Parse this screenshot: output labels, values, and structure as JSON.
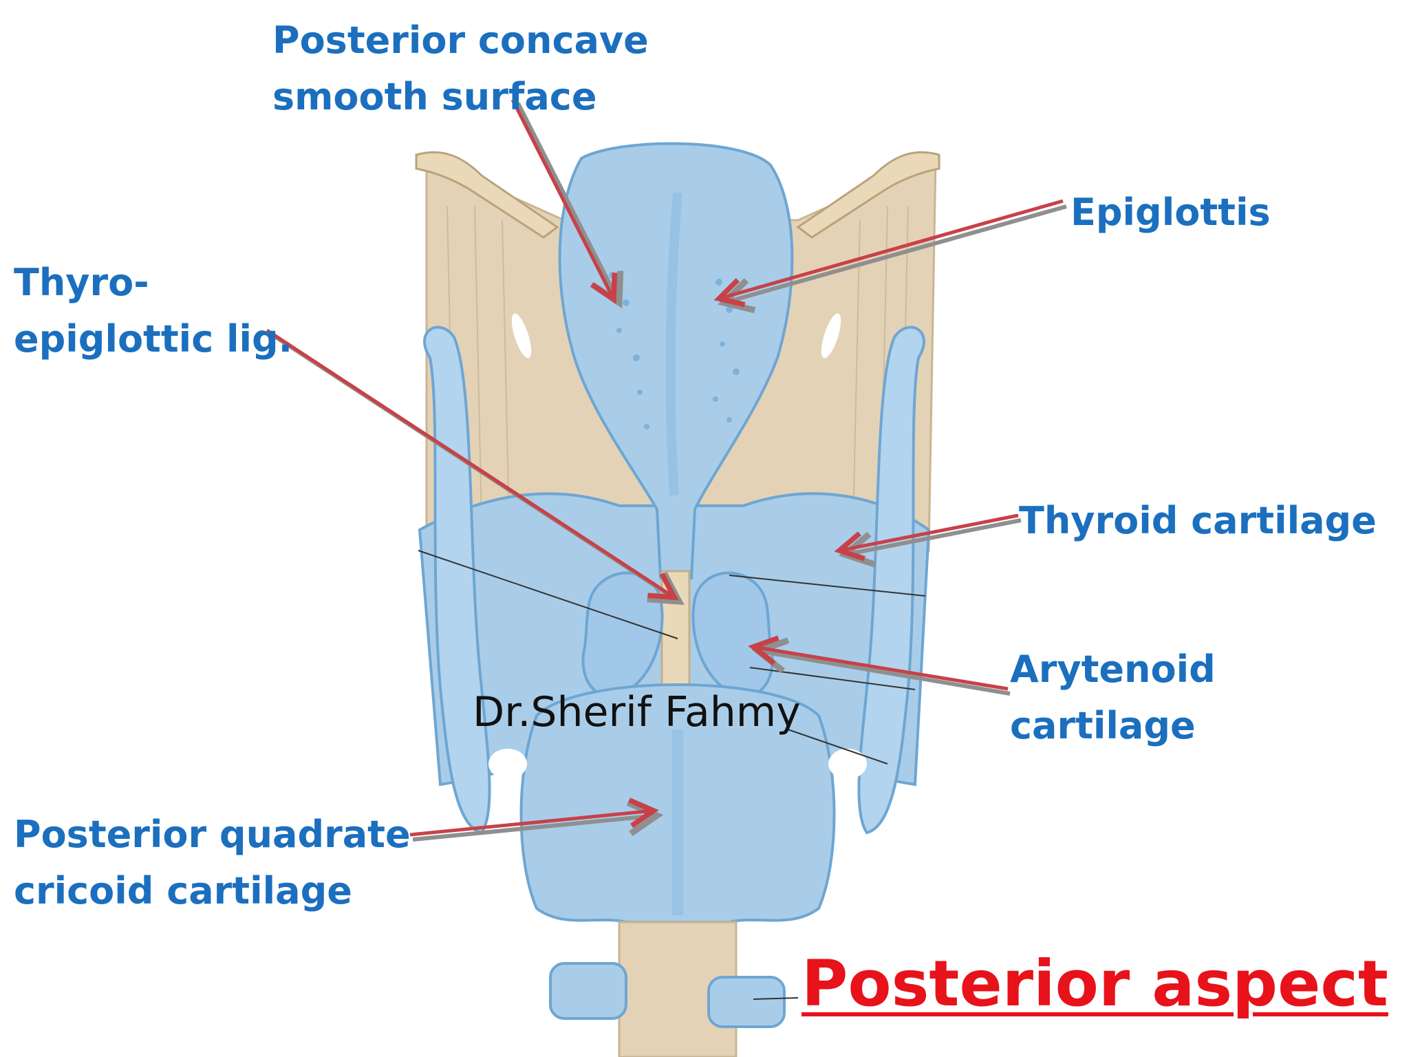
{
  "labels": {
    "posterior_concave": [
      "Posterior concave",
      "smooth surface"
    ],
    "epiglottis": [
      "Epiglottis"
    ],
    "thyro_epiglottic": [
      "Thyro-",
      "epiglottic lig."
    ],
    "thyroid": [
      "Thyroid cartilage"
    ],
    "arytenoid": [
      "Arytenoid",
      "cartilage"
    ],
    "posterior_quadrate": [
      "Posterior quadrate",
      "cricoid cartilage"
    ]
  },
  "watermark": "Dr.Sherif Fahmy",
  "view_title": "Posterior aspect",
  "colors": {
    "label_text": "#1b6fbe",
    "arrow": "#c84148",
    "arrow_shadow": "#8f8f8f",
    "cartilage": "#a9cde9",
    "cartilage_dark": "#6ea6d2",
    "membrane": "#e4d2b6",
    "title": "#e8121a"
  }
}
